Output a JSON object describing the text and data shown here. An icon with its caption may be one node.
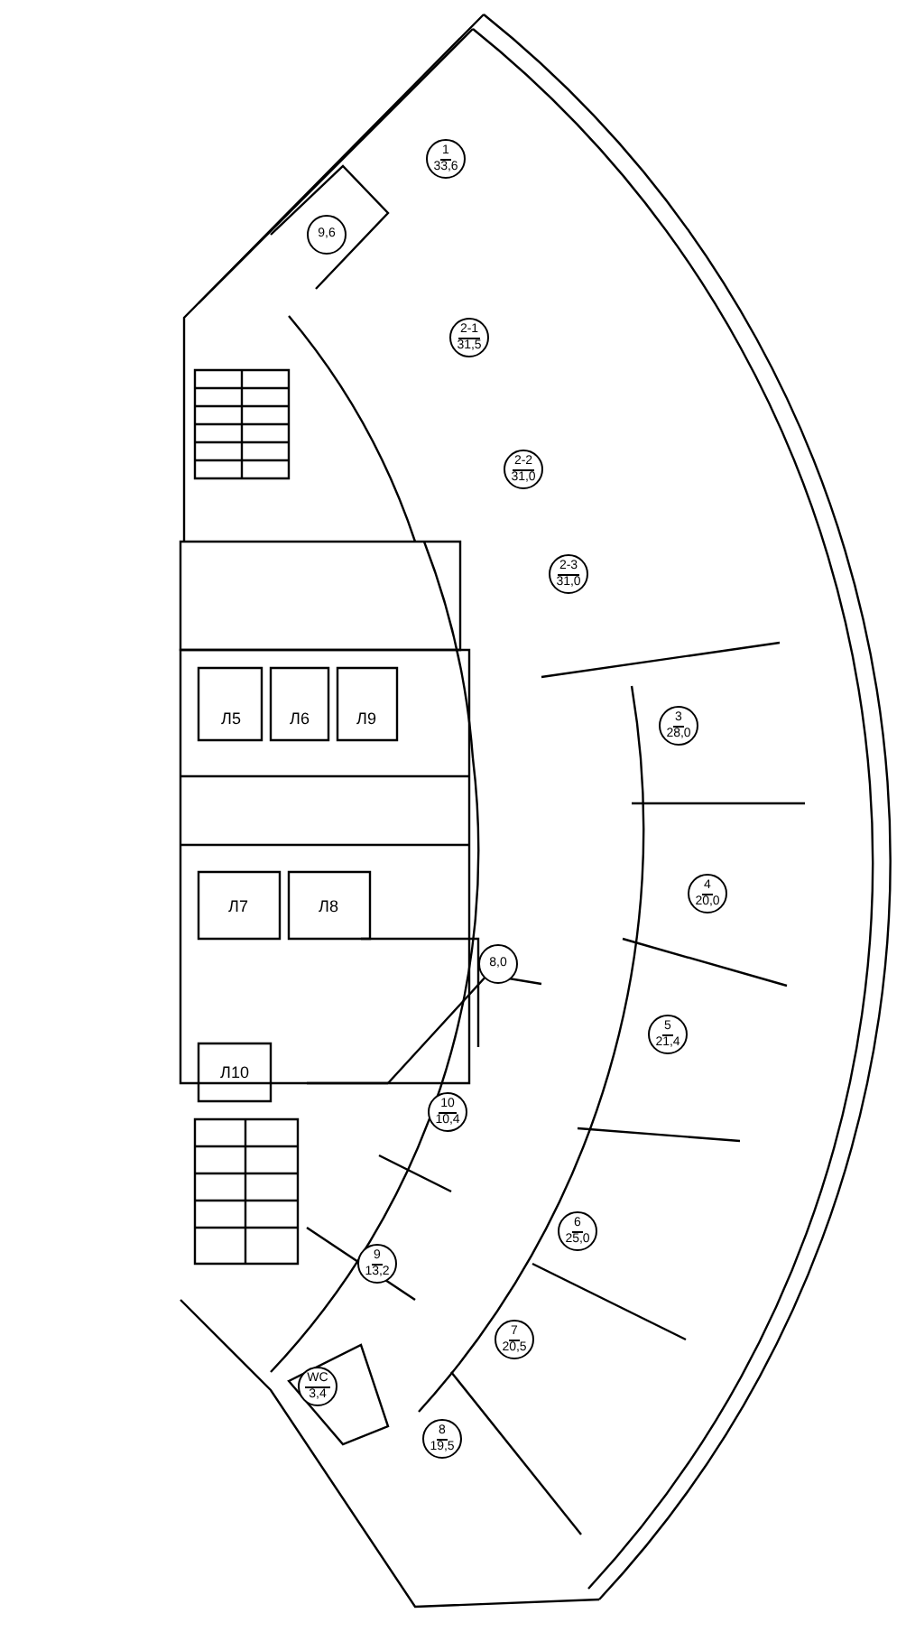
{
  "diagram": {
    "nodes": [
      {
        "text": [
          "1",
          "33,6"
        ]
      },
      {
        "text": [
          "9,6"
        ]
      },
      {
        "text": [
          "2-1",
          "31,5"
        ]
      },
      {
        "text": [
          "2-2",
          "31,0"
        ]
      },
      {
        "text": [
          "2-3",
          "31,0"
        ]
      },
      {
        "text": [
          "3",
          "28,0"
        ]
      },
      {
        "text": [
          "4",
          "20,0"
        ]
      },
      {
        "text": [
          "8,0"
        ]
      },
      {
        "text": [
          "5",
          "21,4"
        ]
      },
      {
        "text": [
          "10",
          "10,4"
        ]
      },
      {
        "text": [
          "6",
          "25,0"
        ]
      },
      {
        "text": [
          "9",
          "13,2"
        ]
      },
      {
        "text": [
          "7",
          "20,5"
        ]
      },
      {
        "text": [
          "WC",
          "3,4"
        ]
      },
      {
        "text": [
          "8",
          "19,5"
        ]
      }
    ],
    "edges": [],
    "labels": [
      "Л5",
      "Л6",
      "Л9",
      "Л7",
      "Л8",
      "Л10"
    ]
  }
}
